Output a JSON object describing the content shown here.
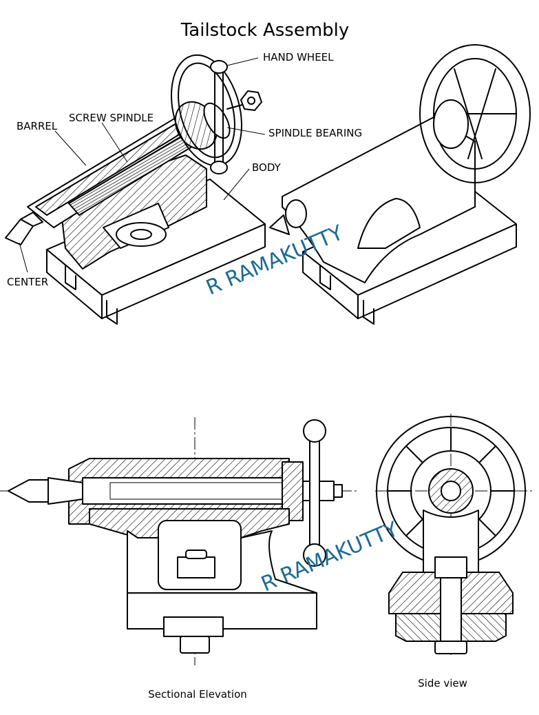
{
  "title": "Tailstock Assembly",
  "labels": {
    "hand_wheel": "HAND WHEEL",
    "screw_spindle": "SCREW SPINDLE",
    "barrel": "BARREL",
    "spindle_bearing": "SPINDLE BEARING",
    "body": "BODY",
    "center": "CENTER"
  },
  "watermarks": [
    "R RAMAKUTTY",
    "R RAMAKUTTY"
  ],
  "captions": {
    "sectional_elevation": "Sectional Elevation",
    "side_view": "Side view"
  },
  "colors": {
    "ink": "#000000",
    "watermark": "#1b6a95",
    "paper": "#ffffff"
  }
}
